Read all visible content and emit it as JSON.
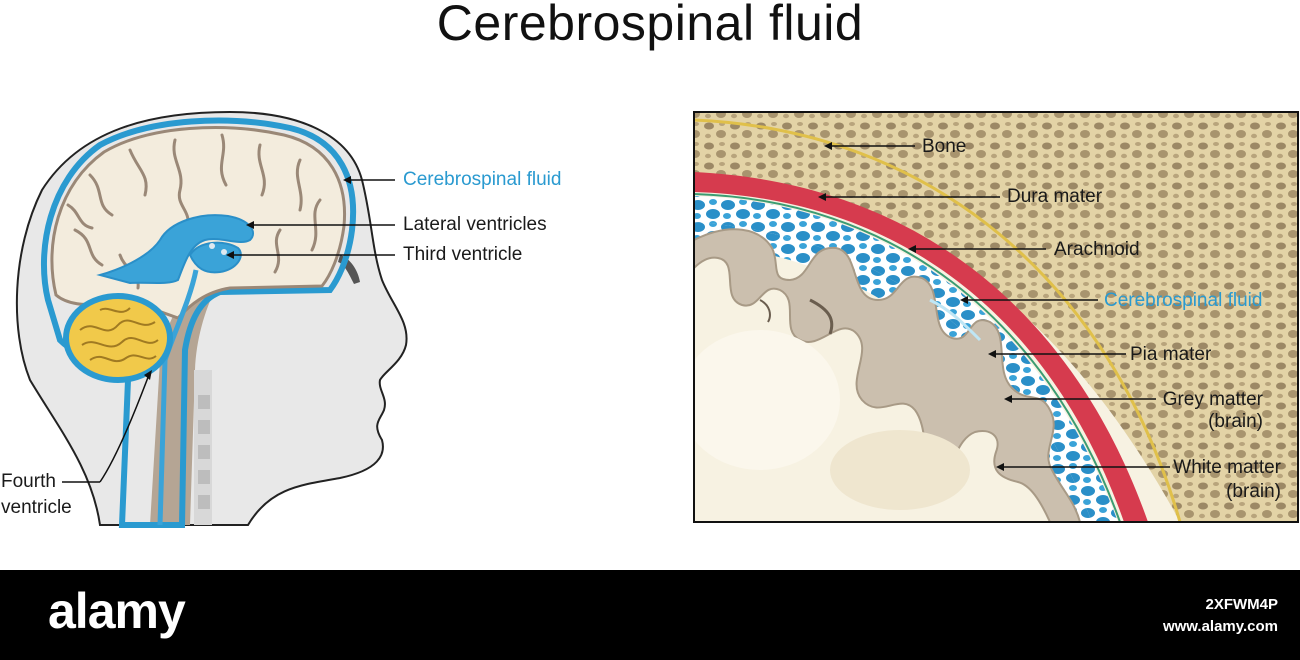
{
  "title": "Cerebrospinal fluid",
  "head_view": {
    "labels": {
      "csf": "Cerebrospinal fluid",
      "lateral": "Lateral ventricles",
      "third": "Third ventricle",
      "fourth_line1": "Fourth",
      "fourth_line2": "ventricle"
    }
  },
  "cross_section": {
    "labels": {
      "bone": "Bone",
      "dura": "Dura mater",
      "arachnoid": "Arachnoid",
      "csf": "Cerebrospinal fluid",
      "pia": "Pia mater",
      "grey_1": "Grey matter",
      "grey_2": "(brain)",
      "white_1": "White matter",
      "white_2": "(brain)"
    }
  },
  "colors": {
    "csf_blue": "#2a9ad0",
    "dura_red": "#d63b4e",
    "bone": "#d8c79a",
    "grey_matter": "#cbbfae",
    "white_matter": "#f7f2e2"
  },
  "footer": {
    "brand": "alamy",
    "image_id": "2XFWM4P",
    "site": "www.alamy.com"
  }
}
